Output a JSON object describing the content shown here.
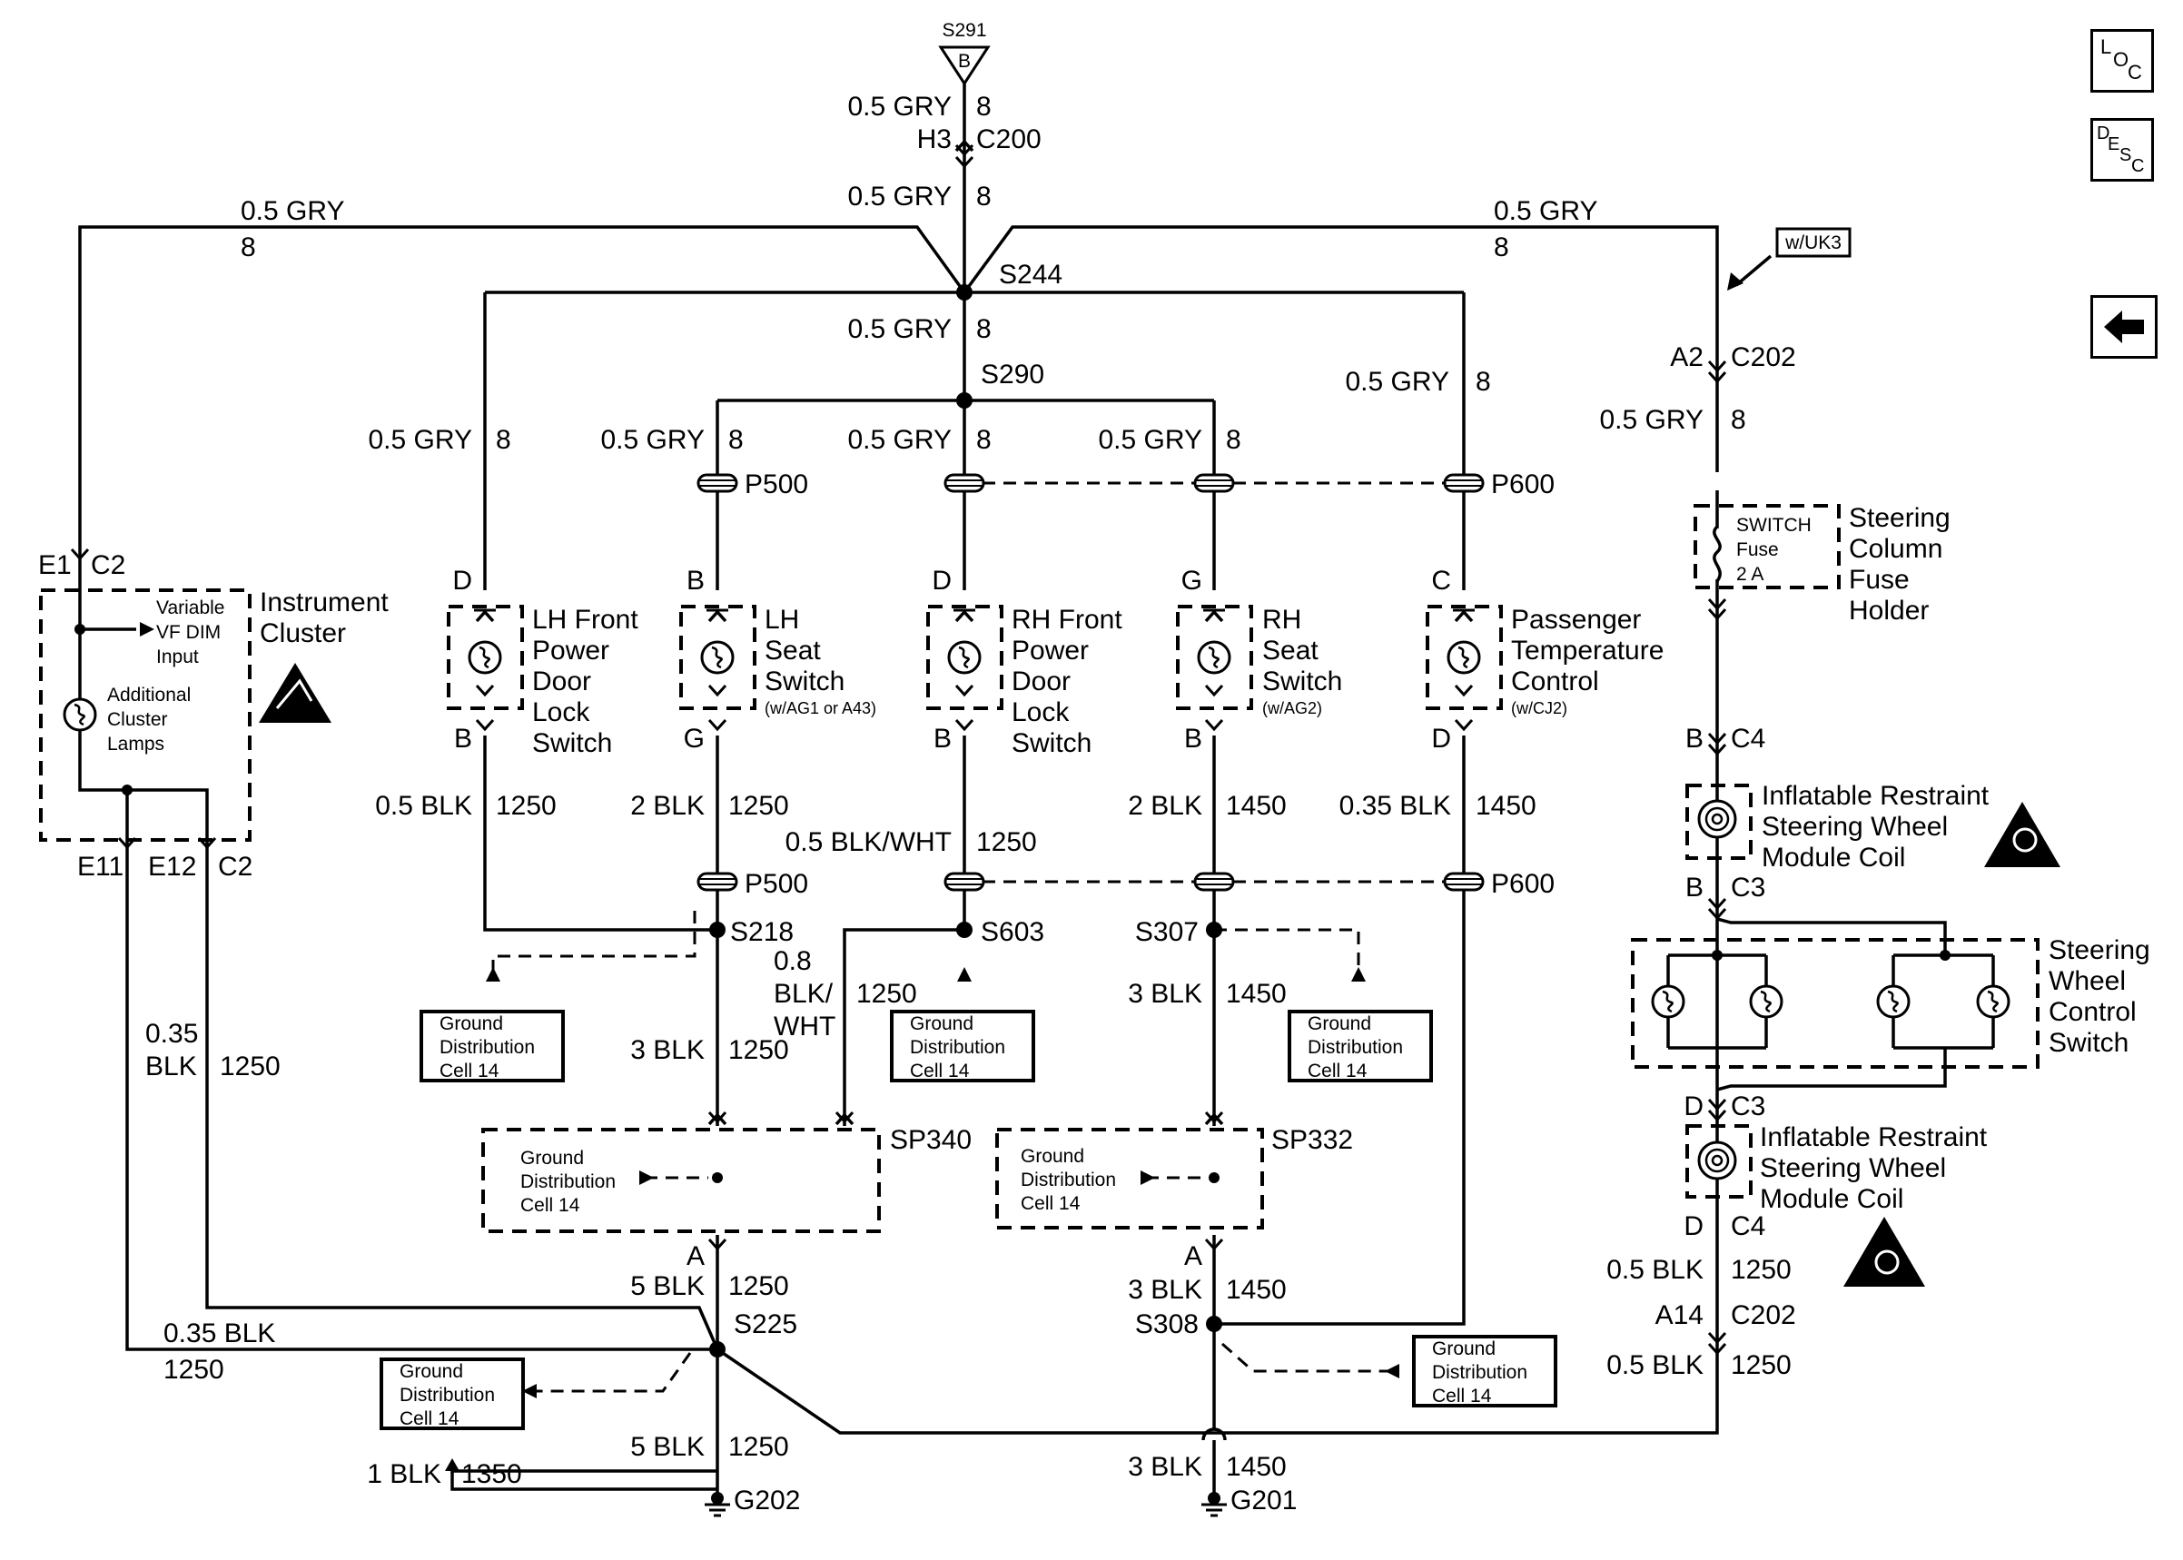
{
  "wires": {
    "s291": "S291",
    "s291_letter": "B",
    "gry_top": "0.5 GRY",
    "c8": "8",
    "h3": "H3",
    "c200": "C200",
    "gry_above_s244": "0.5 GRY",
    "gry_left": "0.5 GRY",
    "gry_right": "0.5 GRY",
    "s244": "S244",
    "gry_s290": "0.5 GRY",
    "s290": "S290",
    "gry_a": "0.5 GRY",
    "gry_b": "0.5 GRY",
    "gry_c": "0.5 GRY",
    "gry_d": "0.5 GRY",
    "gry_e": "0.5 GRY",
    "p500": "P500",
    "p600": "P600",
    "wuk3": "w/UK3",
    "a2": "A2",
    "c202": "C202",
    "gry_c202": "0.5 GRY",
    "blk_a": "0.5 BLK",
    "n1250": "1250",
    "blk_b": "2 BLK",
    "blkwht": "0.5 BLK/WHT",
    "blk_c": "2 BLK",
    "n1450": "1450",
    "blk_d": "0.35 BLK",
    "s218": "S218",
    "s603": "S603",
    "s307": "S307",
    "blk08": "0.8",
    "blk08b": "BLK/",
    "blk08c": "WHT",
    "blk3": "3 BLK",
    "sp340": "SP340",
    "sp332": "SP332",
    "a": "A",
    "blk5": "5 BLK",
    "s225": "S225",
    "s308": "S308",
    "blk035": "0.35",
    "blk035b": "BLK",
    "blk035_long": "0.35 BLK",
    "blk1": "1 BLK",
    "n1350": "1350",
    "g202": "G202",
    "g201": "G201",
    "e1": "E1",
    "c2": "C2",
    "e11": "E11",
    "e12": "E12",
    "b": "B",
    "c3": "C3",
    "c4": "C4",
    "d": "D",
    "a14": "A14",
    "blk05": "0.5 BLK",
    "pin_d": "D",
    "pin_b": "B",
    "pin_g": "G",
    "pin_c": "C"
  },
  "components": {
    "instrument_cluster": [
      "Instrument",
      "Cluster"
    ],
    "vf_dim": [
      "Variable",
      "VF DIM",
      "Input"
    ],
    "add_lamps": [
      "Additional",
      "Cluster",
      "Lamps"
    ],
    "lh_door": [
      "LH Front",
      "Power",
      "Door",
      "Lock",
      "Switch"
    ],
    "lh_seat": [
      "LH",
      "Seat",
      "Switch"
    ],
    "lh_seat_note": "(w/AG1 or A43)",
    "rh_door": [
      "RH Front",
      "Power",
      "Door",
      "Lock",
      "Switch"
    ],
    "rh_seat": [
      "RH",
      "Seat",
      "Switch"
    ],
    "rh_seat_note": "(w/AG2)",
    "pass_temp": [
      "Passenger",
      "Temperature",
      "Control"
    ],
    "pass_temp_note": "(w/CJ2)",
    "fuse_holder": [
      "Steering",
      "Column",
      "Fuse",
      "Holder"
    ],
    "fuse": [
      "SWITCH",
      "Fuse",
      "2 A"
    ],
    "coil": [
      "Inflatable Restraint",
      "Steering Wheel",
      "Module Coil"
    ],
    "swc": [
      "Steering",
      "Wheel",
      "Control",
      "Switch"
    ],
    "gdc": [
      "Ground",
      "Distribution",
      "Cell 14"
    ]
  },
  "nav": {
    "loc": [
      "L",
      "O",
      "C"
    ],
    "desc": [
      "D",
      "E",
      "S",
      "C"
    ],
    "back_icon": "left-arrow-icon"
  }
}
